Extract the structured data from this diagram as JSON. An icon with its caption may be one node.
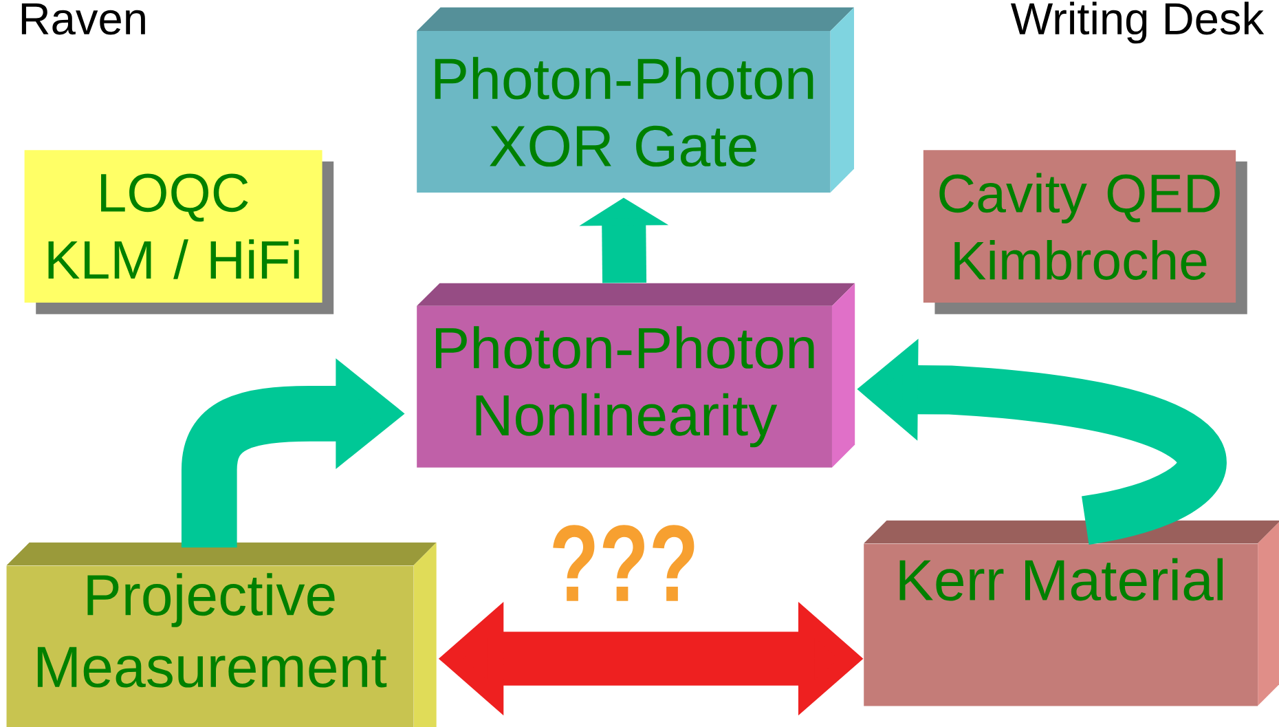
{
  "diagram": {
    "nodes": [
      {
        "text": [
          "Photon-Photon XOR Gate"
        ]
      },
      {
        "text": [
          "LOQC",
          "KLM / HiFi"
        ]
      },
      {
        "text": [
          "Cavity QED",
          "Kimbroche"
        ]
      },
      {
        "text": [
          "Photon-Photon Nonlinearity"
        ]
      },
      {
        "text": [
          "Projective Measurement"
        ]
      },
      {
        "text": [
          "Kerr Material"
        ]
      }
    ],
    "edges": [
      {
        "from": 3,
        "to": 0,
        "arrow": "to"
      },
      {
        "from": 4,
        "to": 3,
        "arrow": "to"
      },
      {
        "from": 5,
        "to": 3,
        "arrow": "to"
      },
      {
        "from": 4,
        "to": 5,
        "arrow": "both",
        "label": "???",
        "color": "#ee2020"
      }
    ],
    "labels": [
      "Raven",
      "Writing Desk"
    ]
  }
}
